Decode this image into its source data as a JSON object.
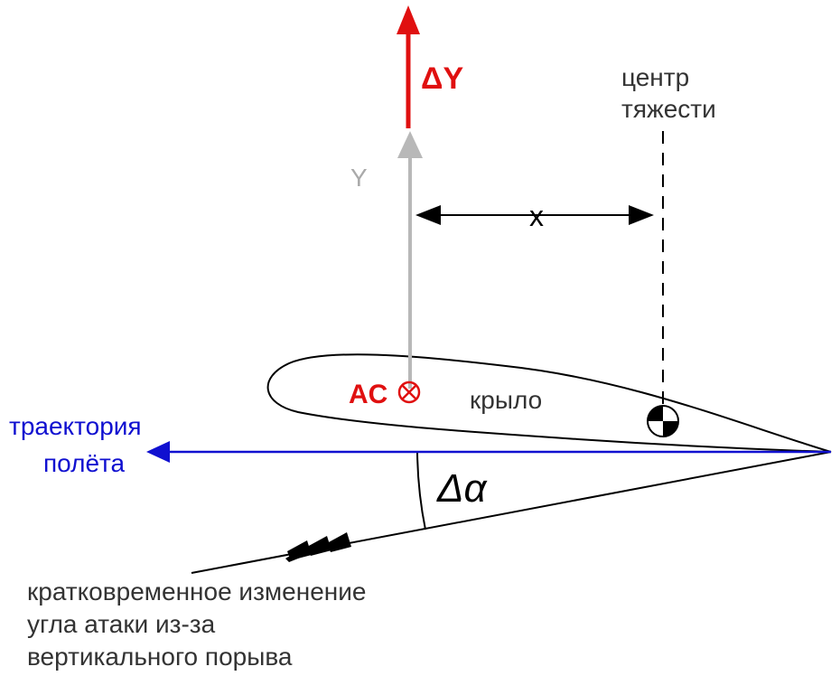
{
  "labels": {
    "delta_y": "ΔY",
    "y": "Y",
    "x": "x",
    "center_of_gravity": [
      "центр",
      "тяжести"
    ],
    "ac": "AC",
    "wing": "крыло",
    "trajectory": [
      "траектория",
      "полёта"
    ],
    "delta_alpha": "Δα",
    "gust_note": [
      "кратковременное изменение",
      "угла атаки из-за",
      "вертикального порыва"
    ]
  },
  "colors": {
    "lift_increment": "#e01010",
    "lift": "#b8b8b8",
    "trajectory": "#1010d0",
    "ink": "#000000",
    "text": "#333333"
  }
}
